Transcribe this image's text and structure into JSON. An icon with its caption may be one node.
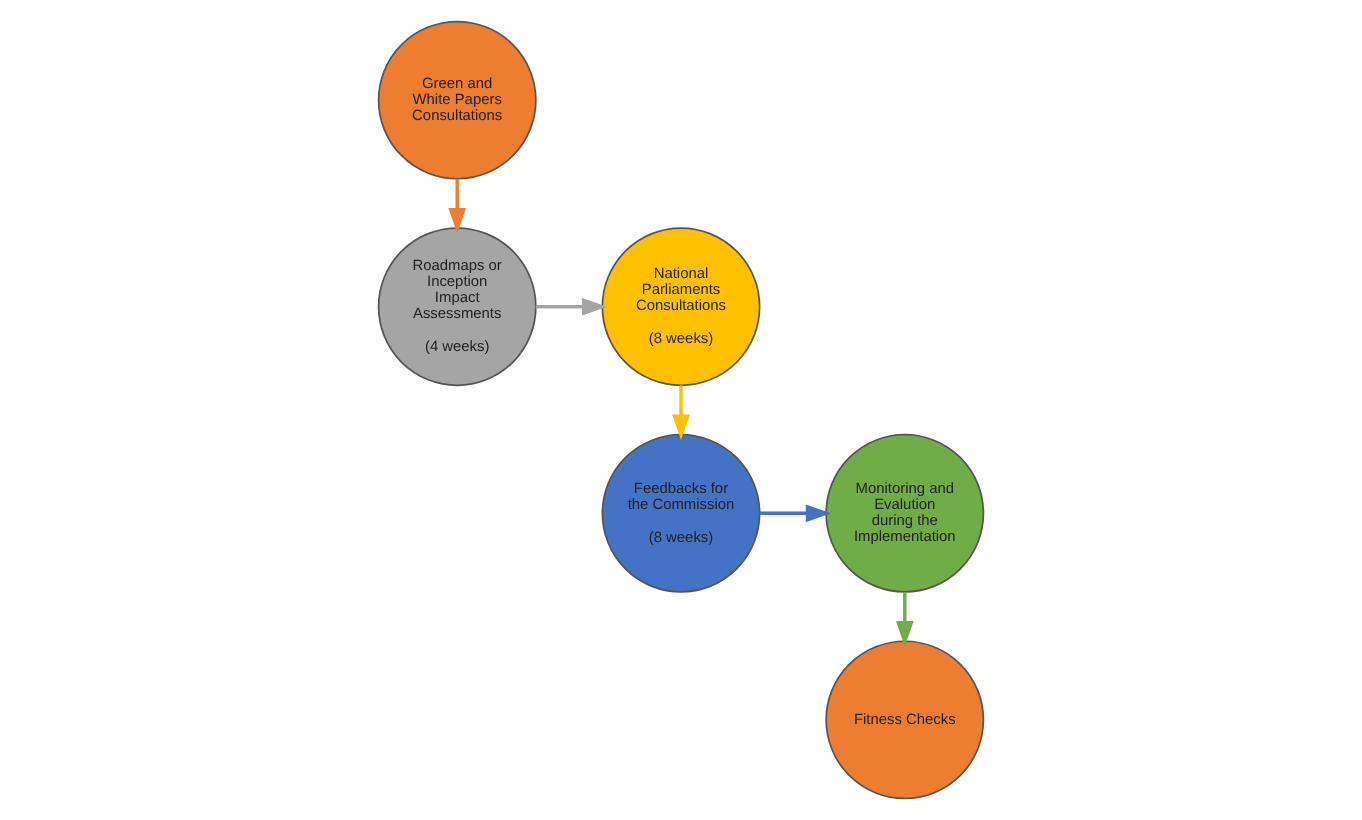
{
  "diagram": {
    "nodes": [
      {
        "text": [
          "Green and White Papers Consultations"
        ]
      },
      {
        "text": [
          "Roadmaps or Inception Impact Assessments",
          "(4 weeks)"
        ]
      },
      {
        "text": [
          "National Parliaments Consultations",
          "(8 weeks)"
        ]
      },
      {
        "text": [
          "Feedbacks for the Commission",
          "(8 weeks)"
        ]
      },
      {
        "text": [
          "Monitoring and Evalution during the Implementation"
        ]
      },
      {
        "text": [
          "Fitness Checks"
        ]
      }
    ],
    "edges": [
      {
        "from": 0,
        "to": 1,
        "arrow": "to",
        "color": "#ed7d31"
      },
      {
        "from": 1,
        "to": 2,
        "arrow": "to",
        "color": "#a5a5a5"
      },
      {
        "from": 2,
        "to": 3,
        "arrow": "to",
        "color": "#ffc000"
      },
      {
        "from": 3,
        "to": 4,
        "arrow": "to",
        "color": "#4472c4"
      },
      {
        "from": 4,
        "to": 5,
        "arrow": "to",
        "color": "#70ad47"
      }
    ]
  }
}
